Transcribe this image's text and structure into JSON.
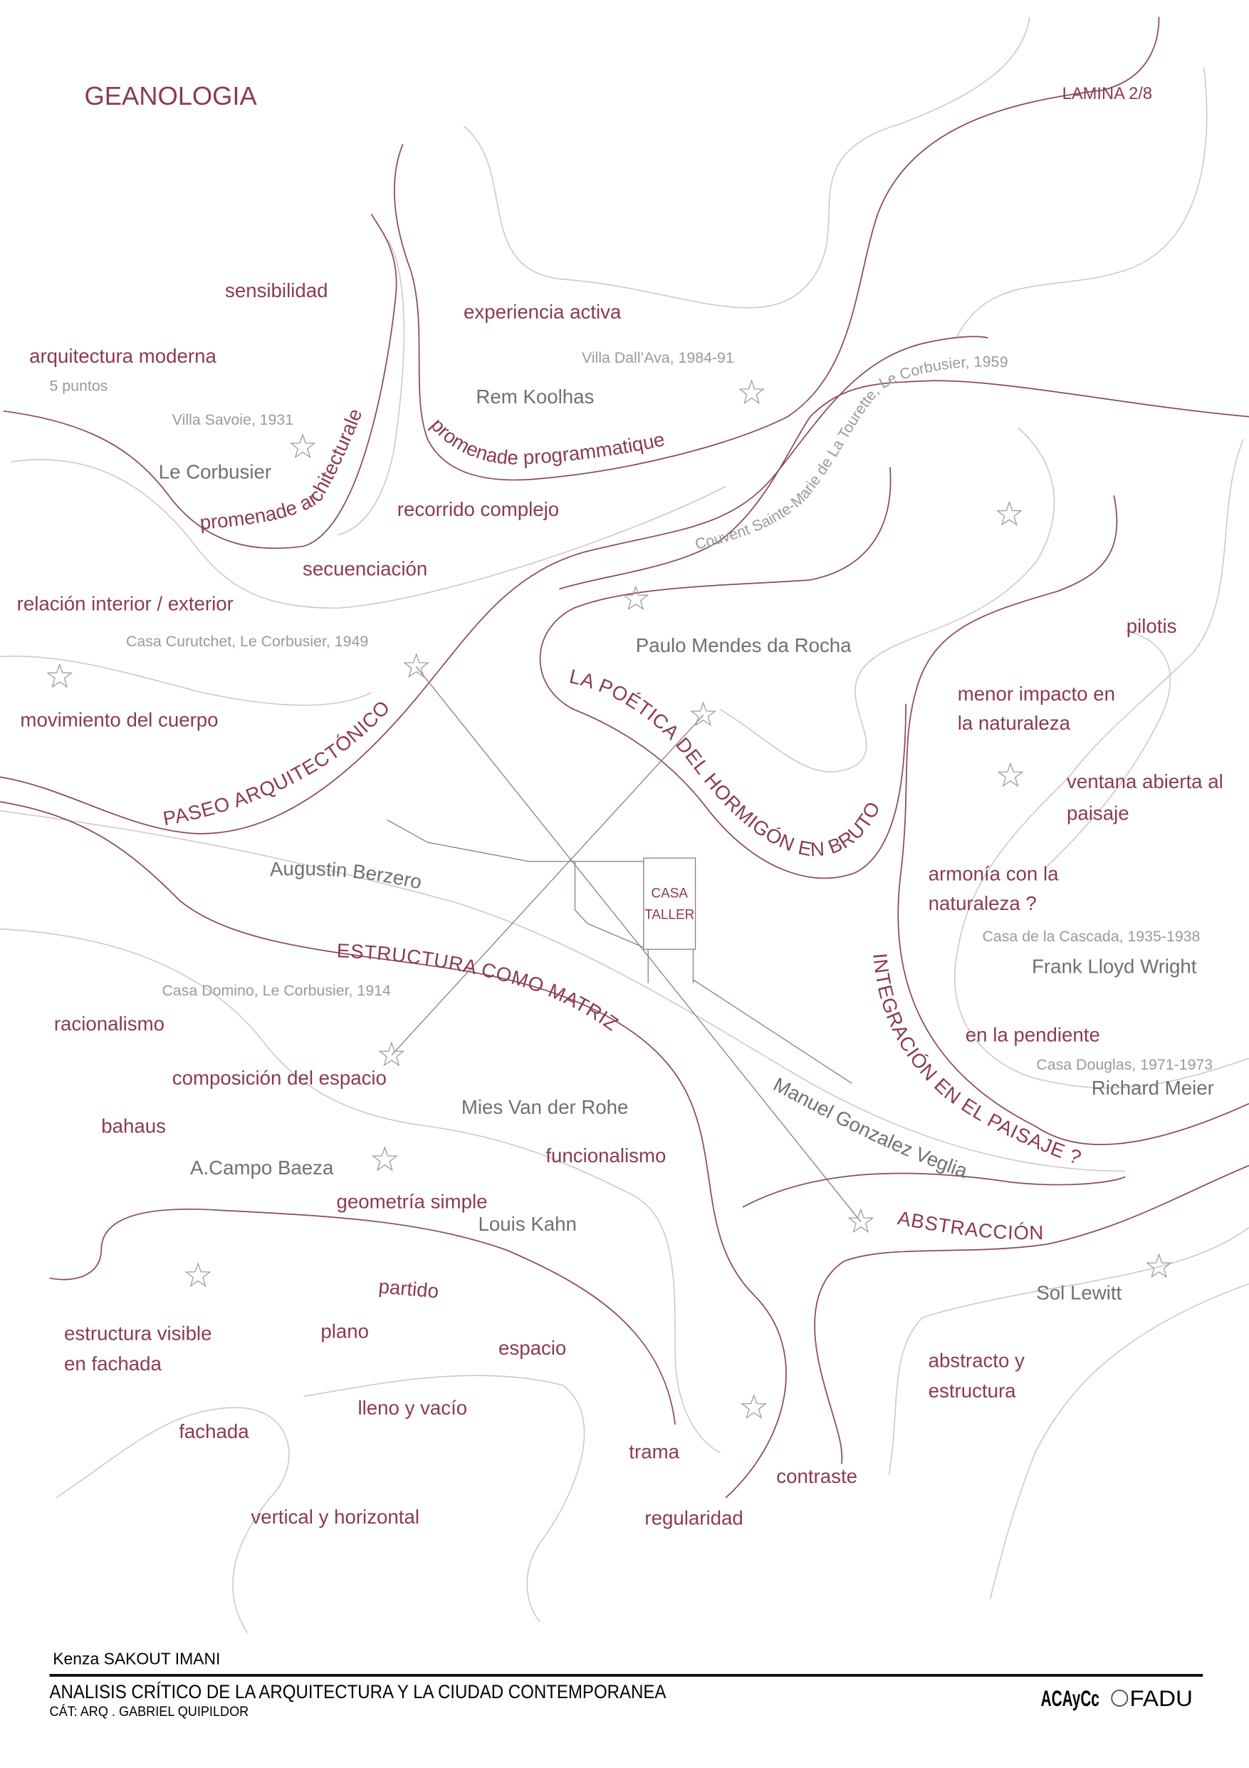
{
  "header": {
    "title": "GEANOLOGIA",
    "sheet": "LAMINA 2/8"
  },
  "themes": {
    "paseo": "PASEO ARQUITECTÓNICO",
    "poetica": "LA POÉTICA DEL HORMIGÓN EN BRUTO",
    "estructura": "ESTRUCTURA COMO MATRIZ",
    "integracion": "INTEGRACIÓN EN EL PAISAJE ?",
    "abstraccion": "ABSTRACCIÓN",
    "promenade_arch": "promenade architecturale",
    "promenade_prog": "promenade programmatique"
  },
  "architects": [
    "Le Corbusier",
    "Rem Koolhas",
    "Paulo Mendes da Rocha",
    "Frank Lloyd Wright",
    "Richard Meier",
    "Mies Van der Rohe",
    "A.Campo Baeza",
    "Louis Kahn",
    "Sol Lewitt",
    "Augustin Berzero",
    "Manuel Gonzalez Veglia"
  ],
  "works": [
    "5 puntos",
    "Villa Savoie, 1931",
    "Villa Dall’Ava, 1984-91",
    "Casa Curutchet, Le Corbusier, 1949",
    "Casa de la Cascada, 1935-1938",
    "Casa Douglas, 1971-1973",
    "Casa Domino, Le Corbusier, 1914",
    "Couvent Sainte-Marie de La Tourette, Le Corbusier, 1959"
  ],
  "concepts": [
    "sensibilidad",
    "arquitectura moderna",
    "experiencia activa",
    "recorrido complejo",
    "secuenciación",
    "relación interior / exterior",
    "movimiento del cuerpo",
    "pilotis",
    "menor impacto en",
    "la naturaleza",
    "ventana abierta al",
    "paisaje",
    "armonía con la",
    "naturaleza ?",
    "en la pendiente",
    "racionalismo",
    "composición del espacio",
    "bahaus",
    "funcionalismo",
    "geometría simple",
    "partido",
    "estructura visible",
    "en fachada",
    "plano",
    "espacio",
    "abstracto y",
    "estructura",
    "lleno y vacío",
    "fachada",
    "trama",
    "contraste",
    "vertical y horizontal",
    "regularidad"
  ],
  "center": {
    "line1": "CASA",
    "line2": "TALLER"
  },
  "footer": {
    "author": "Kenza SAKOUT IMANI",
    "course": "ANALISIS CRÍTICO DE LA ARQUITECTURA  Y  LA CIUDAD CONTEMPORANEA",
    "chair": "CÁT: ARQ . GABRIEL QUIPILDOR",
    "logo1": "ACAyCc",
    "logo2": "FADU"
  },
  "colors": {
    "accent": "#8b3a52",
    "secondary": "#9a9a9a",
    "dark": "#707070"
  }
}
